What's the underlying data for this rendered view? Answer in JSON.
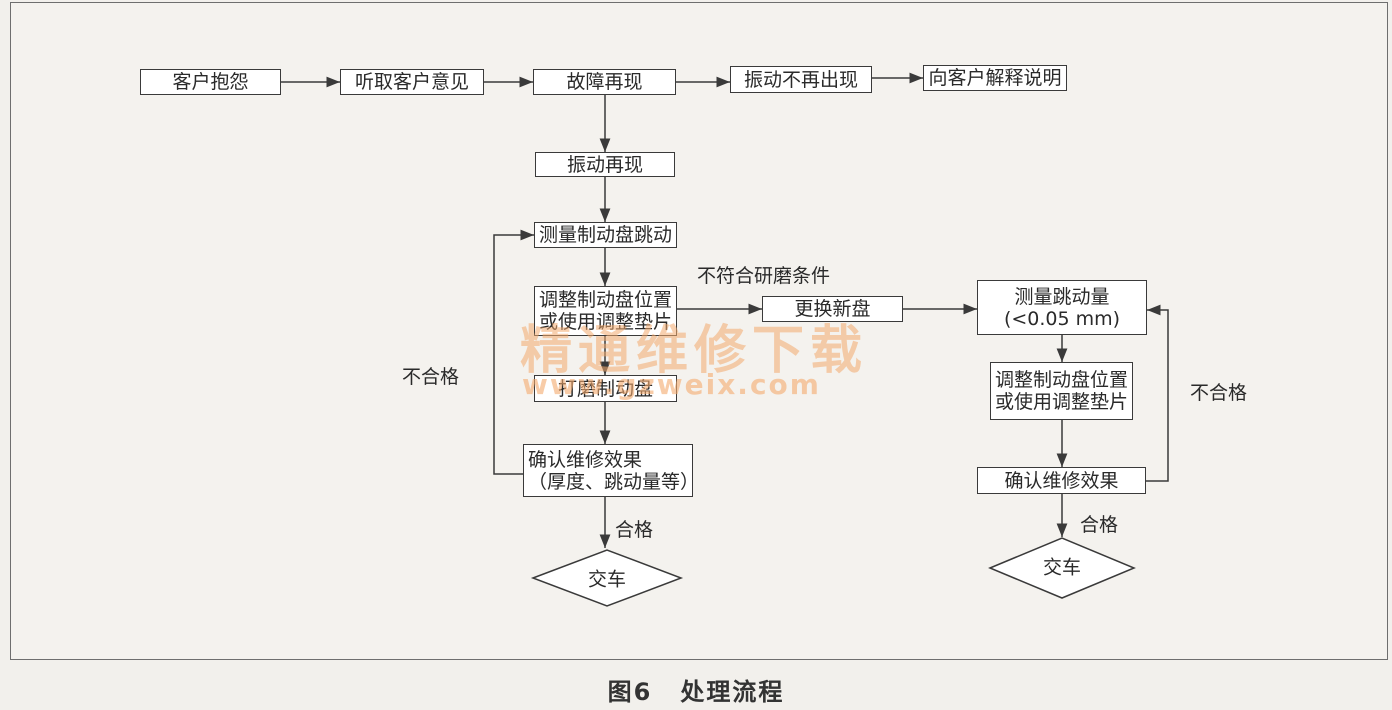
{
  "nodes": {
    "n_complaint": "客户抱怨",
    "n_listen": "听取客户意见",
    "n_reproduce": "故障再现",
    "n_no_vibration": "振动不再出现",
    "n_explain": "向客户解释说明",
    "n_vibration": "振动再现",
    "n_measure_runout": "测量制动盘跳动",
    "n_adjust_left_1": "调整制动盘位置",
    "n_adjust_left_2": "或使用调整垫片",
    "n_grind": "打磨制动盘",
    "n_confirm_left_1": "确认维修效果",
    "n_confirm_left_2": "（厚度、跳动量等）",
    "n_deliver_left": "交车",
    "n_replace": "更换新盘",
    "n_measure_right_1": "测量跳动量",
    "n_measure_right_2": "(<0.05 mm)",
    "n_adjust_right_1": "调整制动盘位置",
    "n_adjust_right_2": "或使用调整垫片",
    "n_confirm_right": "确认维修效果",
    "n_deliver_right": "交车"
  },
  "edge_labels": {
    "not_qualified_left": "不合格",
    "not_meet_grinding": "不符合研磨条件",
    "qualified_left": "合格",
    "not_qualified_right": "不合格",
    "qualified_right": "合格"
  },
  "caption": {
    "figure_no": "图6",
    "title": "处理流程"
  },
  "watermark": {
    "text_cn": "精通维修下载",
    "url": "www.gzweix.com"
  },
  "colors": {
    "line": "#3a3a3a",
    "watermark": "#f3aa6e"
  }
}
